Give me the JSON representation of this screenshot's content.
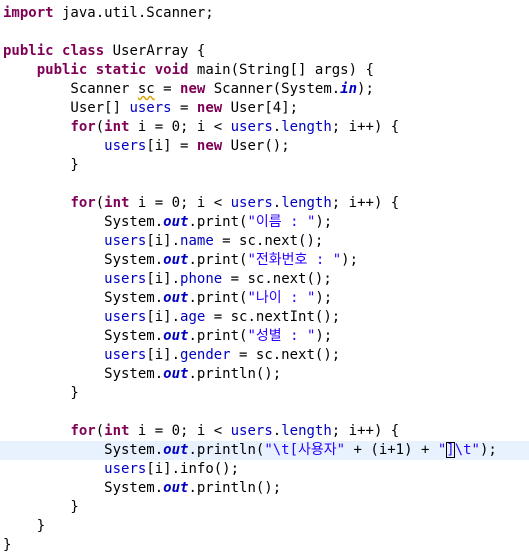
{
  "editor": {
    "language": "java",
    "colors": {
      "keyword": "#7f0055",
      "field": "#0000c0",
      "string": "#2a00ff",
      "current_line": "#e8f2fe",
      "warning_underline": "#d9a000"
    },
    "current_line_index": 23,
    "lines": [
      {
        "tokens": [
          {
            "t": "import",
            "c": "kw"
          },
          {
            "t": " java.util.Scanner;"
          }
        ]
      },
      {
        "tokens": []
      },
      {
        "tokens": [
          {
            "t": "public",
            "c": "kw"
          },
          {
            "t": " "
          },
          {
            "t": "class",
            "c": "kw"
          },
          {
            "t": " UserArray {"
          }
        ]
      },
      {
        "tokens": [
          {
            "t": "    "
          },
          {
            "t": "public",
            "c": "kw"
          },
          {
            "t": " "
          },
          {
            "t": "static",
            "c": "kw"
          },
          {
            "t": " "
          },
          {
            "t": "void",
            "c": "kw"
          },
          {
            "t": " main(String[] args) {"
          }
        ]
      },
      {
        "tokens": [
          {
            "t": "        Scanner "
          },
          {
            "t": "sc",
            "c": "warn"
          },
          {
            "t": " = "
          },
          {
            "t": "new",
            "c": "kw"
          },
          {
            "t": " Scanner(System."
          },
          {
            "t": "in",
            "c": "static-field"
          },
          {
            "t": ");"
          }
        ]
      },
      {
        "tokens": [
          {
            "t": "        User[] "
          },
          {
            "t": "users",
            "c": "field"
          },
          {
            "t": " = "
          },
          {
            "t": "new",
            "c": "kw"
          },
          {
            "t": " User[4];"
          }
        ]
      },
      {
        "tokens": [
          {
            "t": "        "
          },
          {
            "t": "for",
            "c": "kw"
          },
          {
            "t": "("
          },
          {
            "t": "int",
            "c": "kw"
          },
          {
            "t": " i = 0; i < "
          },
          {
            "t": "users",
            "c": "field"
          },
          {
            "t": "."
          },
          {
            "t": "length",
            "c": "field"
          },
          {
            "t": "; i++) {"
          }
        ]
      },
      {
        "tokens": [
          {
            "t": "            "
          },
          {
            "t": "users",
            "c": "field"
          },
          {
            "t": "[i] = "
          },
          {
            "t": "new",
            "c": "kw"
          },
          {
            "t": " User();"
          }
        ]
      },
      {
        "tokens": [
          {
            "t": "        }"
          }
        ]
      },
      {
        "tokens": []
      },
      {
        "tokens": [
          {
            "t": "        "
          },
          {
            "t": "for",
            "c": "kw"
          },
          {
            "t": "("
          },
          {
            "t": "int",
            "c": "kw"
          },
          {
            "t": " i = 0; i < "
          },
          {
            "t": "users",
            "c": "field"
          },
          {
            "t": "."
          },
          {
            "t": "length",
            "c": "field"
          },
          {
            "t": "; i++) {"
          }
        ]
      },
      {
        "tokens": [
          {
            "t": "            System."
          },
          {
            "t": "out",
            "c": "static-field"
          },
          {
            "t": ".print("
          },
          {
            "t": "\"이름 : \"",
            "c": "str"
          },
          {
            "t": ");"
          }
        ]
      },
      {
        "tokens": [
          {
            "t": "            "
          },
          {
            "t": "users",
            "c": "field"
          },
          {
            "t": "[i]."
          },
          {
            "t": "name",
            "c": "field"
          },
          {
            "t": " = sc.next();"
          }
        ]
      },
      {
        "tokens": [
          {
            "t": "            System."
          },
          {
            "t": "out",
            "c": "static-field"
          },
          {
            "t": ".print("
          },
          {
            "t": "\"전화번호 : \"",
            "c": "str"
          },
          {
            "t": ");"
          }
        ]
      },
      {
        "tokens": [
          {
            "t": "            "
          },
          {
            "t": "users",
            "c": "field"
          },
          {
            "t": "[i]."
          },
          {
            "t": "phone",
            "c": "field"
          },
          {
            "t": " = sc.next();"
          }
        ]
      },
      {
        "tokens": [
          {
            "t": "            System."
          },
          {
            "t": "out",
            "c": "static-field"
          },
          {
            "t": ".print("
          },
          {
            "t": "\"나이 : \"",
            "c": "str"
          },
          {
            "t": ");"
          }
        ]
      },
      {
        "tokens": [
          {
            "t": "            "
          },
          {
            "t": "users",
            "c": "field"
          },
          {
            "t": "[i]."
          },
          {
            "t": "age",
            "c": "field"
          },
          {
            "t": " = sc.nextInt();"
          }
        ]
      },
      {
        "tokens": [
          {
            "t": "            System."
          },
          {
            "t": "out",
            "c": "static-field"
          },
          {
            "t": ".print("
          },
          {
            "t": "\"성별 : \"",
            "c": "str"
          },
          {
            "t": ");"
          }
        ]
      },
      {
        "tokens": [
          {
            "t": "            "
          },
          {
            "t": "users",
            "c": "field"
          },
          {
            "t": "[i]."
          },
          {
            "t": "gender",
            "c": "field"
          },
          {
            "t": " = sc.next();"
          }
        ]
      },
      {
        "tokens": [
          {
            "t": "            System."
          },
          {
            "t": "out",
            "c": "static-field"
          },
          {
            "t": ".println();"
          }
        ]
      },
      {
        "tokens": [
          {
            "t": "        }"
          }
        ]
      },
      {
        "tokens": []
      },
      {
        "tokens": [
          {
            "t": "        "
          },
          {
            "t": "for",
            "c": "kw"
          },
          {
            "t": "("
          },
          {
            "t": "int",
            "c": "kw"
          },
          {
            "t": " i = 0; i < "
          },
          {
            "t": "users",
            "c": "field"
          },
          {
            "t": "."
          },
          {
            "t": "length",
            "c": "field"
          },
          {
            "t": "; i++) {"
          }
        ]
      },
      {
        "tokens": [
          {
            "t": "            System."
          },
          {
            "t": "out",
            "c": "static-field"
          },
          {
            "t": ".println("
          },
          {
            "t": "\"\\t[사용자\"",
            "c": "str"
          },
          {
            "t": " + (i+1) + "
          },
          {
            "t": "\"",
            "c": "str"
          },
          {
            "t": "]",
            "c": "str caret-box"
          },
          {
            "t": "\\t\"",
            "c": "str"
          },
          {
            "t": ");"
          }
        ]
      },
      {
        "tokens": [
          {
            "t": "            "
          },
          {
            "t": "users",
            "c": "field"
          },
          {
            "t": "[i].info();"
          }
        ]
      },
      {
        "tokens": [
          {
            "t": "            System."
          },
          {
            "t": "out",
            "c": "static-field"
          },
          {
            "t": ".println();"
          }
        ]
      },
      {
        "tokens": [
          {
            "t": "        }"
          }
        ]
      },
      {
        "tokens": [
          {
            "t": "    }"
          }
        ]
      },
      {
        "tokens": [
          {
            "t": "}"
          }
        ]
      }
    ]
  }
}
